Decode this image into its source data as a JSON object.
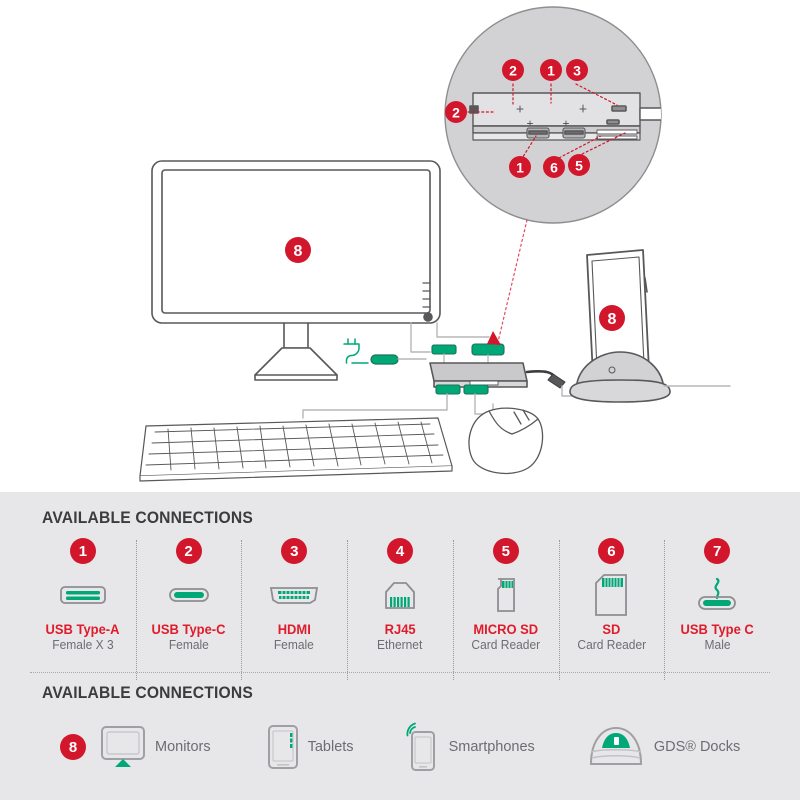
{
  "illustration": {
    "magnifier_callouts": [
      {
        "num": "2",
        "pos": "top-left"
      },
      {
        "num": "1",
        "pos": "top-mid"
      },
      {
        "num": "3",
        "pos": "top-right"
      },
      {
        "num": "2",
        "pos": "left-side"
      },
      {
        "num": "1",
        "pos": "bottom-left"
      },
      {
        "num": "6",
        "pos": "bottom-mid"
      },
      {
        "num": "5",
        "pos": "bottom-right"
      }
    ],
    "monitor_callout": "8",
    "tablet_callout": "8",
    "colors": {
      "badge_red": "#d2162c",
      "leader_red": "#e8495c",
      "connector_green": "#00a878",
      "line_gray": "#58585b",
      "magnifier_fill": "#d2d2d4"
    }
  },
  "panel": {
    "connections_title": "AVAILABLE CONNECTIONS",
    "devices_title": "AVAILABLE CONNECTIONS",
    "connections": [
      {
        "num": "1",
        "icon": "usb-type-a-icon",
        "label": "USB Type-A",
        "sub": "Female X 3"
      },
      {
        "num": "2",
        "icon": "usb-type-c-icon",
        "label": "USB Type-C",
        "sub": "Female"
      },
      {
        "num": "3",
        "icon": "hdmi-icon",
        "label": "HDMI",
        "sub": "Female"
      },
      {
        "num": "4",
        "icon": "rj45-icon",
        "label": "RJ45",
        "sub": "Ethernet"
      },
      {
        "num": "5",
        "icon": "micro-sd-icon",
        "label": "MICRO SD",
        "sub": "Card Reader"
      },
      {
        "num": "6",
        "icon": "sd-card-icon",
        "label": "SD",
        "sub": "Card Reader"
      },
      {
        "num": "7",
        "icon": "usb-type-c-male-icon",
        "label": "USB Type C",
        "sub": "Male"
      }
    ],
    "devices_badge": "8",
    "devices": [
      {
        "icon": "monitor-icon",
        "label": "Monitors"
      },
      {
        "icon": "tablet-icon",
        "label": "Tablets"
      },
      {
        "icon": "smartphone-icon",
        "label": "Smartphones"
      },
      {
        "icon": "gds-dock-icon",
        "label": "GDS® Docks"
      }
    ]
  }
}
